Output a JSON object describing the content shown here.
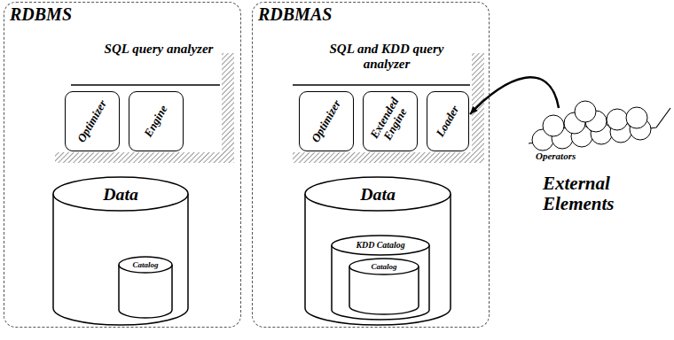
{
  "diagram": {
    "nodes": [
      {
        "text": [
          "RDBMS"
        ]
      },
      {
        "text": [
          "SQL query analyzer"
        ],
        "in": 0
      },
      {
        "text": [
          "Optimizer"
        ],
        "in": 1
      },
      {
        "text": [
          "Engine"
        ],
        "in": 1
      },
      {
        "text": [
          "Data"
        ],
        "in": 0
      },
      {
        "text": [
          "Catalog"
        ],
        "in": 4
      },
      {
        "text": [
          "RDBMAS"
        ]
      },
      {
        "text": [
          "SQL and KDD query analyzer"
        ],
        "in": 6
      },
      {
        "text": [
          "Optimizer"
        ],
        "in": 7
      },
      {
        "text": [
          "Extended Engine"
        ],
        "in": 7
      },
      {
        "text": [
          "Loader"
        ],
        "in": 7
      },
      {
        "text": [
          "Data"
        ],
        "in": 6
      },
      {
        "text": [
          "KDD Catalog"
        ],
        "in": 11
      },
      {
        "text": [
          "Catalog"
        ],
        "in": 12
      },
      {
        "text": [
          "Operators"
        ]
      }
    ],
    "edges": [
      {
        "from": 14,
        "to": 10,
        "arrow": "to"
      }
    ],
    "labels": [
      "External Elements"
    ]
  }
}
